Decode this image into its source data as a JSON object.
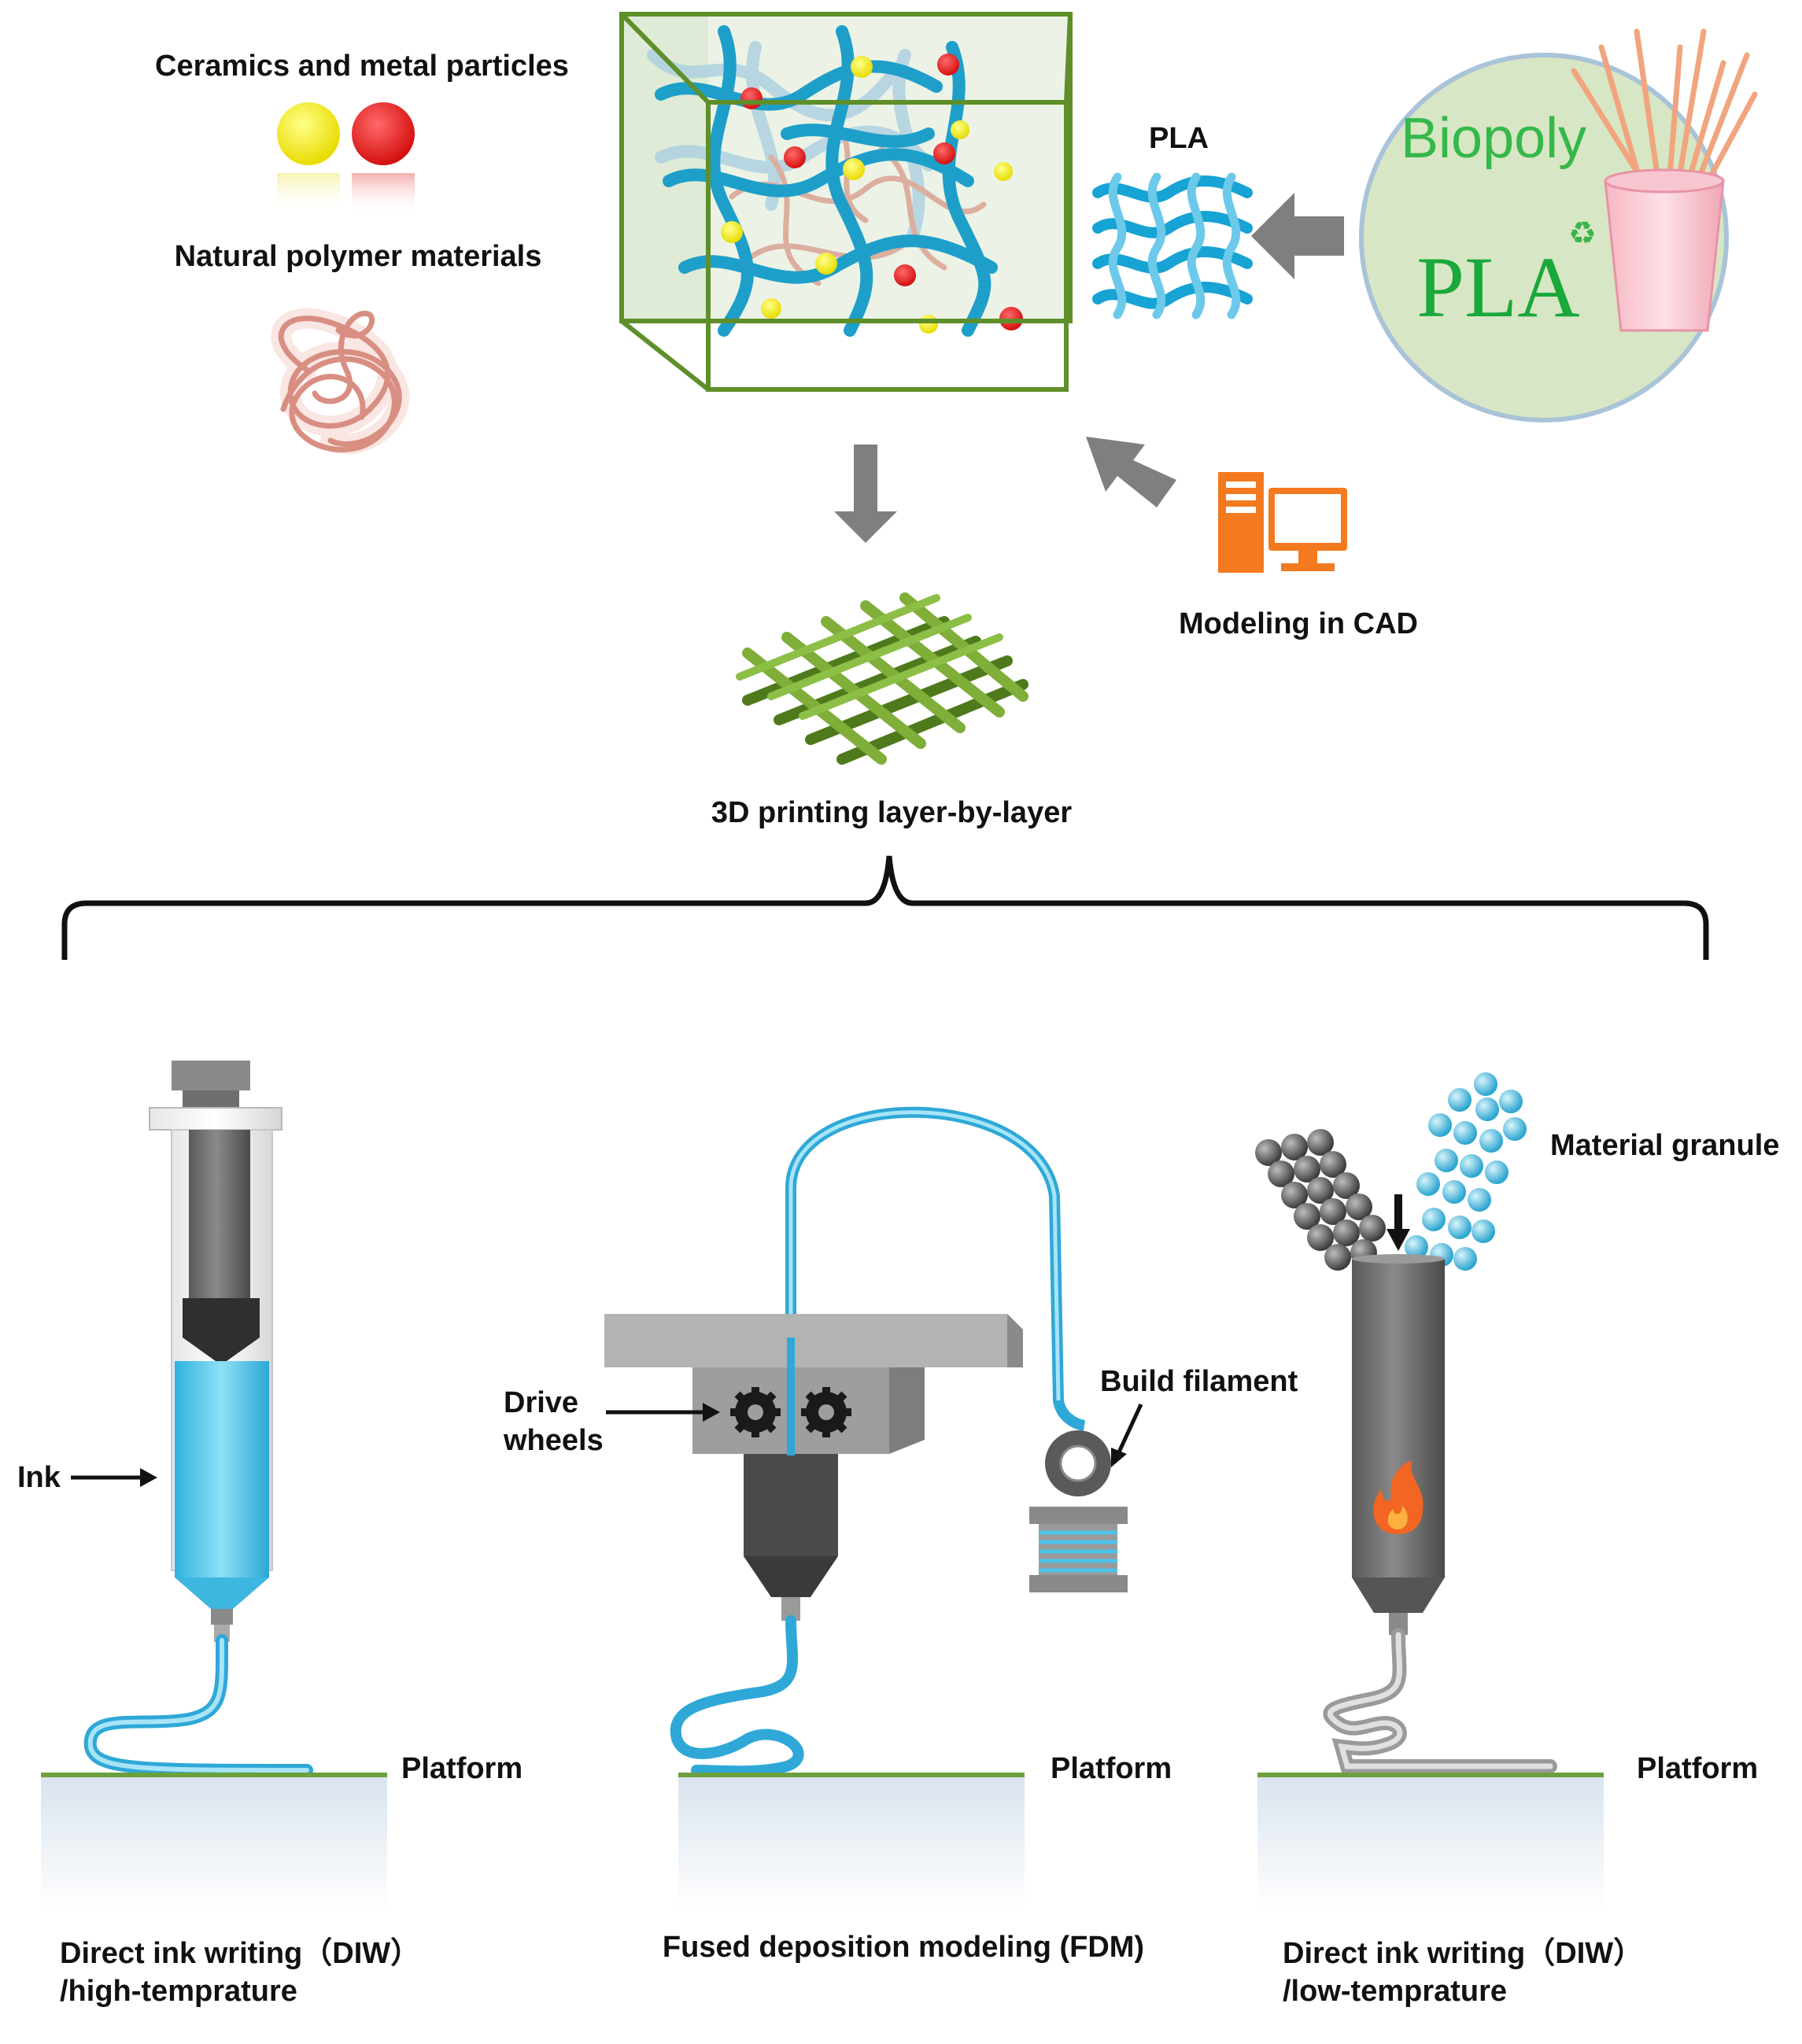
{
  "labels": {
    "ceramics_metal": "Ceramics and metal particles",
    "natural_polymer": "Natural polymer materials",
    "pla_small": "PLA",
    "biopoly": "Biopoly",
    "pla_big": "PLA",
    "modeling_cad": "Modeling in CAD",
    "printing": "3D printing layer-by-layer",
    "ink": "Ink",
    "drive_wheels_1": "Drive",
    "drive_wheels_2": "wheels",
    "build_filament": "Build filament",
    "material_granule": "Material granule",
    "platform_left": "Platform",
    "platform_mid": "Platform",
    "platform_right": "Platform",
    "caption_left_1": "Direct ink writing（DIW）",
    "caption_left_2": "/high-temprature",
    "caption_mid": "Fused deposition modeling (FDM)",
    "caption_right_1": "Direct ink writing（DIW）",
    "caption_right_2": "/low-temprature"
  },
  "colors": {
    "metal_particle": "#e8232a",
    "ceramic_particle": "#f2ea12",
    "pla_blue": "#1aa6d6",
    "natural_polymer": "#e3a090",
    "arrow_gray": "#7f7f7f",
    "cad_orange": "#f47a1f",
    "scaffold_green": "#6b9a2c",
    "platform_green": "#6aa13c",
    "ink_blue": "#4cc3e8",
    "flame_orange": "#f26522"
  }
}
